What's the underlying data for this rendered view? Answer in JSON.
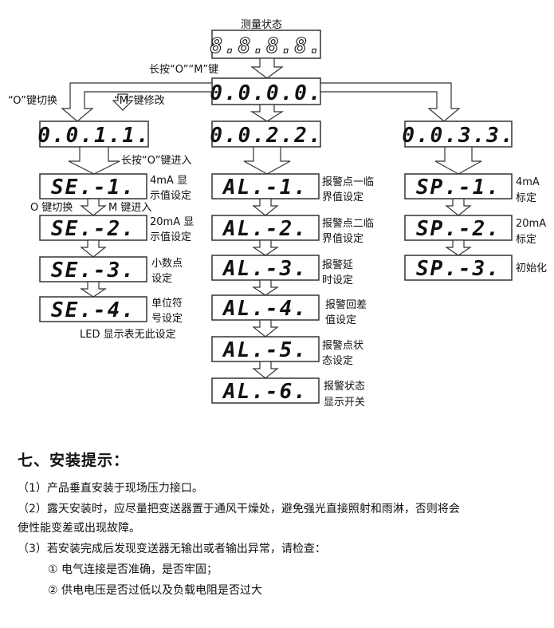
{
  "diagram": {
    "top_label": "测量状态",
    "top_display": "8.8.8.8.",
    "long_press_om": "长按“O”“M”键",
    "main_display": "0.0.0.0.",
    "o_switch": "“O”键切换",
    "m_modify": "“M”键修改",
    "col1_display": "0.0.1.1.",
    "col2_display": "0.0.2.2.",
    "col3_display": "0.0.3.3.",
    "long_press_o": "长按“O”键进入",
    "o_switch_2": "O 键切换",
    "m_enter": "M 键进入",
    "led_note": "LED 显示表无此设定",
    "col1_items": [
      {
        "display": "SE.-1.",
        "label1": "4mA 显",
        "label2": "示值设定"
      },
      {
        "display": "SE.-2.",
        "label1": "20mA 显",
        "label2": "示值设定"
      },
      {
        "display": "SE.-3.",
        "label1": "小数点",
        "label2": "设定"
      },
      {
        "display": "SE.-4.",
        "label1": "单位符",
        "label2": "号设定"
      }
    ],
    "col2_items": [
      {
        "display": "AL.-1.",
        "label1": "报警点一临",
        "label2": "界值设定"
      },
      {
        "display": "AL.-2.",
        "label1": "报警点二临",
        "label2": "界值设定"
      },
      {
        "display": "AL.-3.",
        "label1": "报警延",
        "label2": "时设定"
      },
      {
        "display": "AL.-4.",
        "label1": "报警回差",
        "label2": "值设定"
      },
      {
        "display": "AL.-5.",
        "label1": "报警点状",
        "label2": "态设定"
      },
      {
        "display": "AL.-6.",
        "label1": "报警状态",
        "label2": "显示开关"
      }
    ],
    "col3_items": [
      {
        "display": "SP.-1.",
        "label1": "4mA",
        "label2": "标定"
      },
      {
        "display": "SP.-2.",
        "label1": "20mA",
        "label2": "标定"
      },
      {
        "display": "SP.-3.",
        "label1": "初始化",
        "label2": ""
      }
    ]
  },
  "section": {
    "title": "七、安装提示：",
    "p1": "（1）产品垂直安装于现场压力接口。",
    "p2a": "（2）露天安装时，应尽量把变送器置于通风干燥处，避免强光直接照射和雨淋，否则将会",
    "p2b": "使性能变差或出现故障。",
    "p3": "（3）若安装完成后发现变送器无输出或者输出异常，请检查：",
    "c1": "①  电气连接是否准确，是否牢固；",
    "c2": "②  供电电压是否过低以及负载电阻是否过大"
  }
}
